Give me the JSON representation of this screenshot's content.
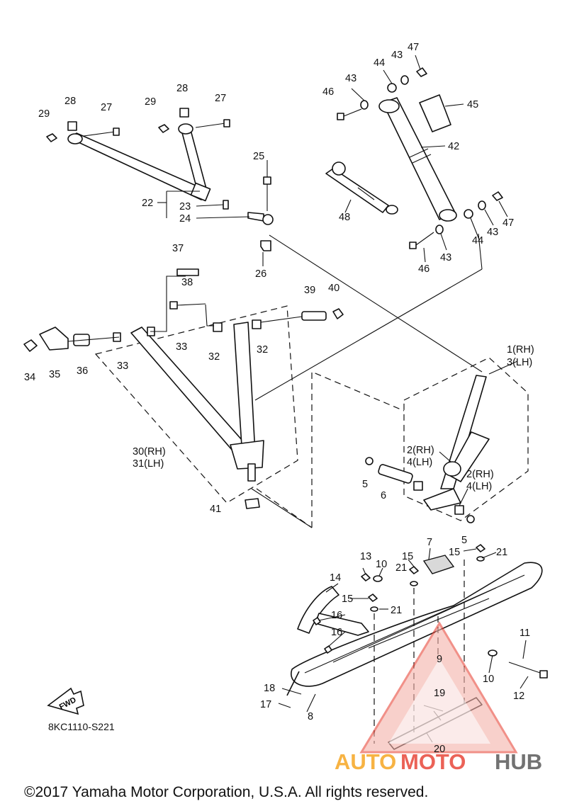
{
  "diagram_code": "8KC1110-S221",
  "fwd_badge": "FWD",
  "copyright": "©2017 Yamaha Motor Corporation, U.S.A. All rights reserved.",
  "watermark": {
    "part1": "AUTO",
    "part2": "MOTO",
    "part3": "HUB",
    "colors": {
      "orange": "#f6a623",
      "red": "#e8473a",
      "grey": "#5a5a5a"
    }
  },
  "callouts": {
    "c1": "1(RH)",
    "c3": "3(LH)",
    "c2a": "2(RH)",
    "c4a": "4(LH)",
    "c2b": "2(RH)",
    "c4b": "4(LH)",
    "c5a": "5",
    "c5b": "5",
    "c6": "6",
    "c7": "7",
    "c8": "8",
    "c9": "9",
    "c10a": "10",
    "c10b": "10",
    "c11": "11",
    "c12": "12",
    "c13": "13",
    "c14": "14",
    "c15a": "15",
    "c15b": "15",
    "c15c": "15",
    "c16a": "16",
    "c16b": "16",
    "c17": "17",
    "c18": "18",
    "c19": "19",
    "c20": "20",
    "c21a": "21",
    "c21b": "21",
    "c21c": "21",
    "c22": "22",
    "c23": "23",
    "c24": "24",
    "c25": "25",
    "c26": "26",
    "c27a": "27",
    "c27b": "27",
    "c28a": "28",
    "c28b": "28",
    "c29a": "29",
    "c29b": "29",
    "c30": "30(RH)",
    "c31": "31(LH)",
    "c32a": "32",
    "c32b": "32",
    "c33a": "33",
    "c33b": "33",
    "c34": "34",
    "c35": "35",
    "c36": "36",
    "c37": "37",
    "c38": "38",
    "c39": "39",
    "c40": "40",
    "c41": "41",
    "c42": "42",
    "c43a": "43",
    "c43b": "43",
    "c43c": "43",
    "c43d": "43",
    "c44a": "44",
    "c44b": "44",
    "c45": "45",
    "c46a": "46",
    "c46b": "46",
    "c47a": "47",
    "c47b": "47",
    "c48": "48"
  }
}
